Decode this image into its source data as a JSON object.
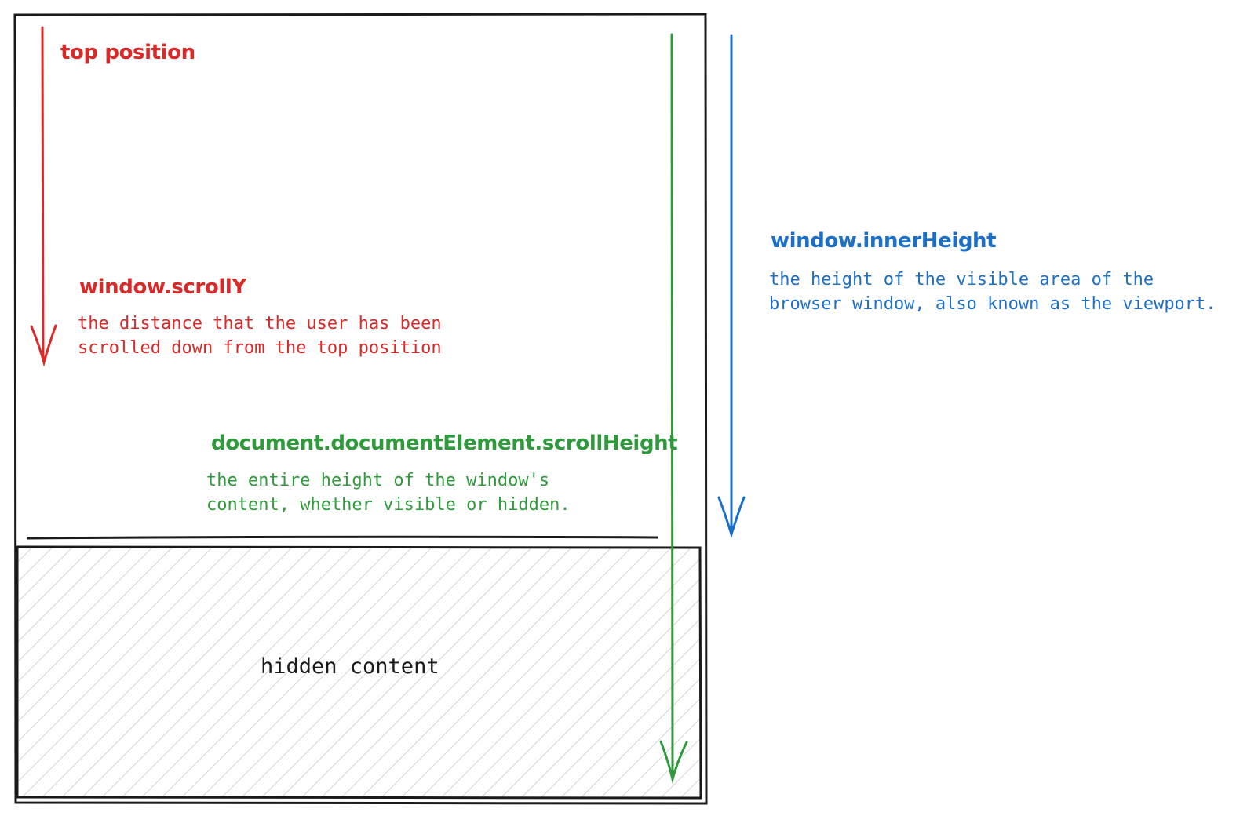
{
  "labels": {
    "top_position": "top position",
    "scroll_y": {
      "title": "window.scrollY",
      "line1": "the distance that the user has been",
      "line2": "scrolled down from the top position"
    },
    "scroll_height": {
      "title": "document.documentElement.scrollHeight",
      "line1": "the entire height of the window's",
      "line2": "content, whether visible or hidden."
    },
    "inner_height": {
      "title": "window.innerHeight",
      "line1": "the height of the visible area of the",
      "line2": "browser window, also known as the viewport."
    },
    "hidden_content": "hidden content"
  },
  "colors": {
    "scroll_y": "#d92a2a",
    "scroll_height": "#2f9a3c",
    "inner_height": "#1d6fc6",
    "outline": "#1a1a1a",
    "hatch": "#c9c9c9"
  }
}
